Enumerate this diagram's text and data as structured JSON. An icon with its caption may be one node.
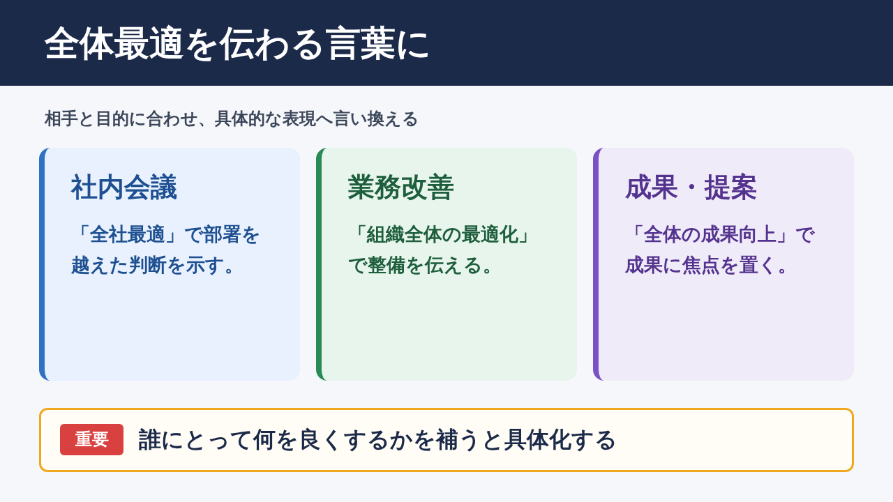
{
  "diagram": {
    "title": "全体最適を伝わる言葉に",
    "nodes": [
      {
        "text": [
          "社内会議",
          "「全社最適」で部署を越えた判断を示す。"
        ]
      },
      {
        "text": [
          "業務改善",
          "「組織全体の最適化」で整備を伝える。"
        ]
      },
      {
        "text": [
          "成果・提案",
          "「全体の成果向上」で成果に焦点を置く。"
        ]
      },
      {
        "text": [
          "誰にとって何を良くするかを補うと具体化する"
        ]
      },
      {
        "text": [
          "重要"
        ],
        "in": 3
      }
    ],
    "labels": [
      "相手と目的に合わせ、具体的な表現へ言い換える"
    ]
  }
}
